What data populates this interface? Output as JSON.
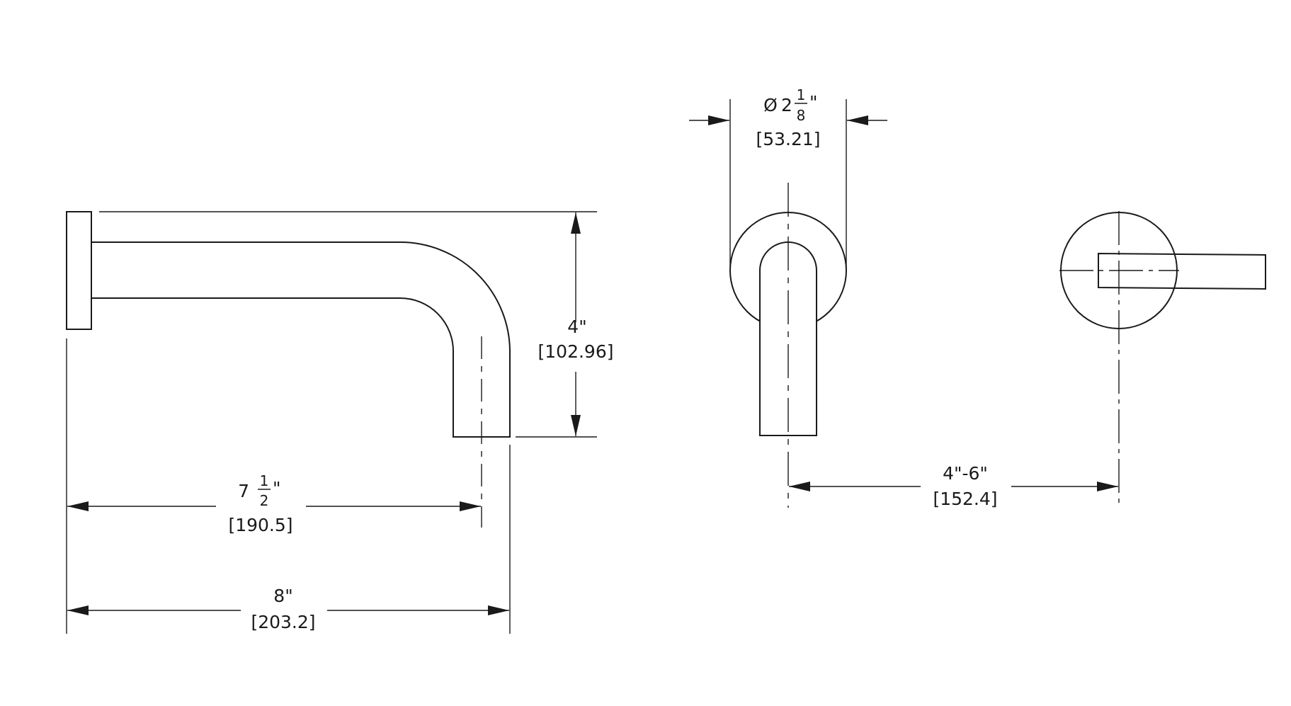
{
  "dimensions": {
    "height": {
      "imperial": "4\"",
      "metric": "[102.96]"
    },
    "reach_to_center": {
      "whole": "7",
      "num": "1",
      "den": "2",
      "mark": "\"",
      "metric": "[190.5]"
    },
    "overall_length": {
      "imperial": "8\"",
      "metric": "[203.2]"
    },
    "flange_diameter": {
      "symbol": "Ø",
      "whole": "2",
      "num": "1",
      "den": "8",
      "mark": "\"",
      "metric": "[53.21]"
    },
    "center_spacing": {
      "imperial": "4\"-6\"",
      "metric": "[152.4]"
    }
  }
}
